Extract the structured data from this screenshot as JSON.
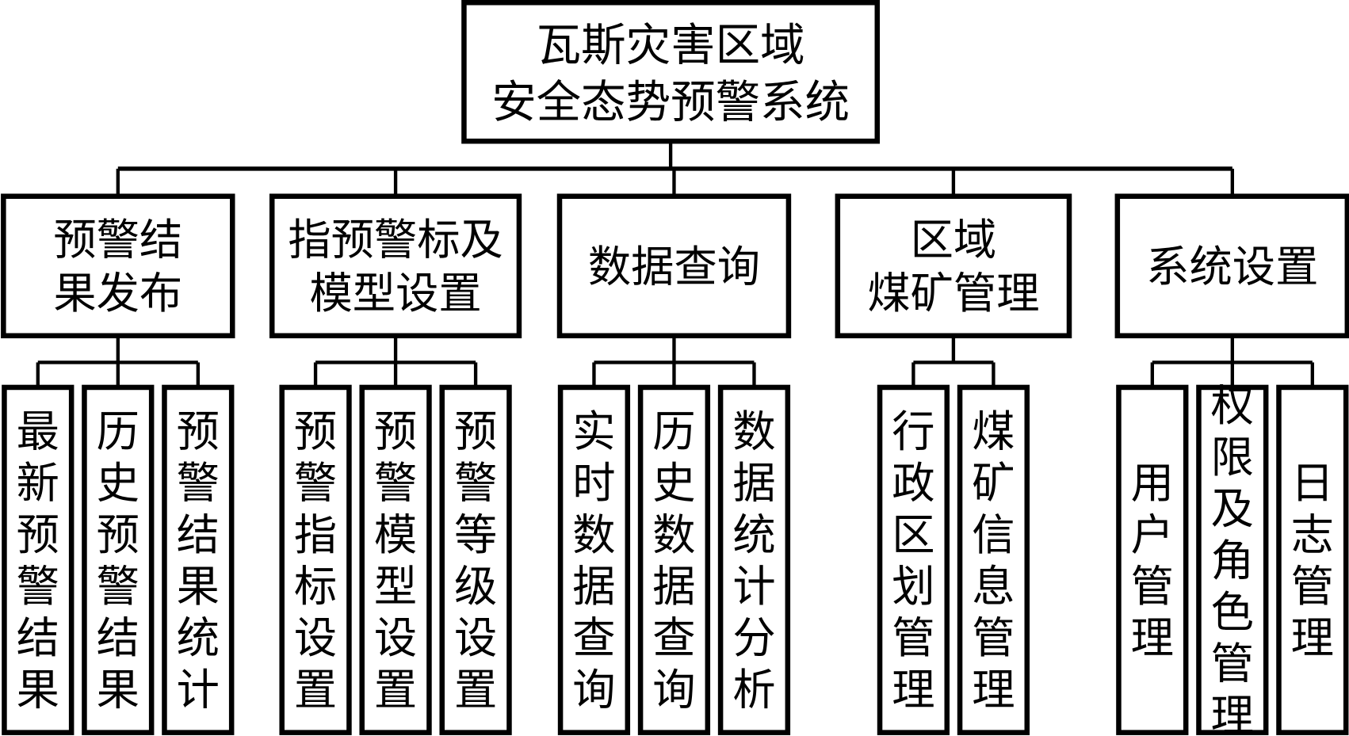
{
  "diagram": {
    "type": "hierarchy-tree",
    "root": {
      "label_lines": [
        "瓦斯灾害区域",
        "安全态势预警系统"
      ]
    },
    "modules": [
      {
        "id": "warning-result-publish",
        "label_lines": [
          "预警结",
          "果发布"
        ],
        "children": [
          "最新预警结果",
          "历史预警结果",
          "预警结果统计"
        ]
      },
      {
        "id": "indicator-model-settings",
        "label_lines": [
          "指预警标及",
          "模型设置"
        ],
        "children": [
          "预警指标设置",
          "预警模型设置",
          "预警等级设置"
        ]
      },
      {
        "id": "data-query",
        "label_lines": [
          "数据查询"
        ],
        "children": [
          "实时数据查询",
          "历史数据查询",
          "数据统计分析"
        ]
      },
      {
        "id": "regional-mine-management",
        "label_lines": [
          "区域",
          "煤矿管理"
        ],
        "children": [
          "行政区划管理",
          "煤矿信息管理"
        ]
      },
      {
        "id": "system-settings",
        "label_lines": [
          "系统设置"
        ],
        "children": [
          "用户管理",
          "权限及角色管理",
          "日志管理"
        ]
      }
    ],
    "colors": {
      "stroke": "#000000",
      "fill": "#ffffff",
      "text": "#000000"
    }
  }
}
